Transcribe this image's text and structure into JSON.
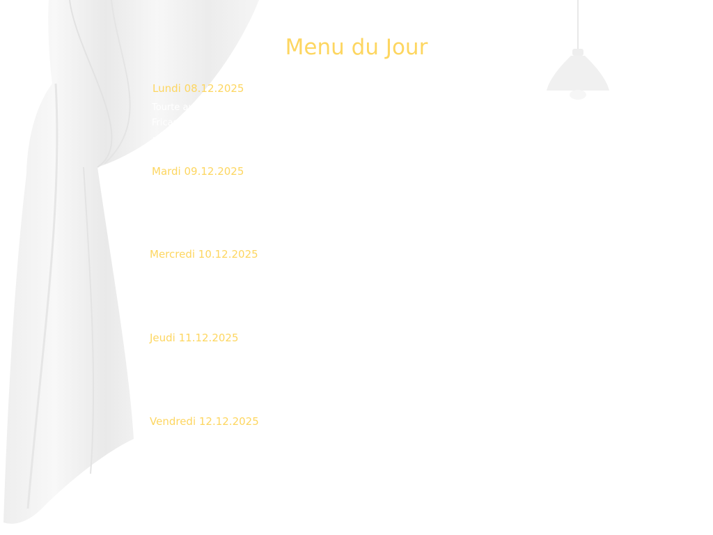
{
  "page": {
    "title": "Menu du Jour"
  },
  "days": [
    {
      "label": "Lundi 08.12.2025",
      "dishes": [
        "Tourte au",
        "Fricas"
      ]
    },
    {
      "label": "Mardi 09.12.2025"
    },
    {
      "label": "Mercredi 10.12.2025"
    },
    {
      "label": "Jeudi 11.12.2025"
    },
    {
      "label": "Vendredi 12.12.2025"
    }
  ],
  "colors": {
    "accent": "#fdd660",
    "background": "#ffffff"
  }
}
